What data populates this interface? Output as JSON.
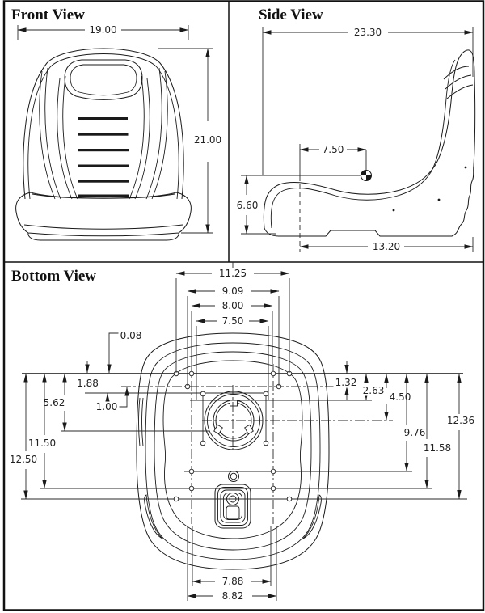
{
  "drawing": {
    "front_view": {
      "title": "Front View",
      "dims": {
        "width": "19.00",
        "height": "21.00"
      }
    },
    "side_view": {
      "title": "Side View",
      "dims": {
        "overall_depth": "23.30",
        "pivot_setback": "7.50",
        "cushion_height": "6.60",
        "base_depth": "13.20"
      }
    },
    "bottom_view": {
      "title": "Bottom View",
      "dims_top": [
        "11.25",
        "9.09",
        "8.00",
        "7.50"
      ],
      "dims_left": [
        "0.08",
        "1.88",
        "1.00",
        "5.62",
        "11.50",
        "12.50"
      ],
      "dims_right": [
        "1.32",
        "2.63",
        "4.50",
        "9.76",
        "11.58",
        "12.36"
      ],
      "dims_bottom": [
        "7.88",
        "8.82"
      ]
    },
    "colors": {
      "line": "#1a1a1a",
      "background": "#ffffff"
    }
  }
}
